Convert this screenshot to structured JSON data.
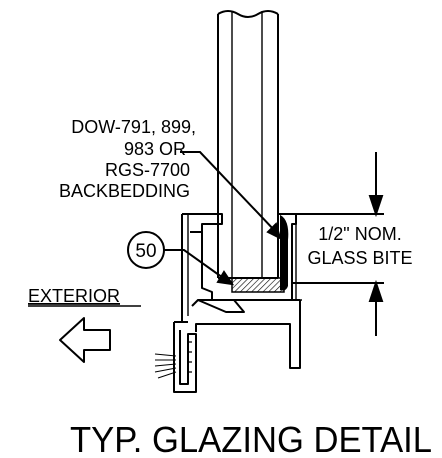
{
  "detail": {
    "callout_lines": [
      "DOW-791, 899,",
      "983 OR",
      "RGS-7700",
      "BACKBEDDING"
    ],
    "bite_lines": [
      "1/2\" NOM.",
      "GLASS BITE"
    ],
    "part_number": "50",
    "exterior_label": "EXTERIOR",
    "title": "TYP. GLAZING DETAIL"
  }
}
